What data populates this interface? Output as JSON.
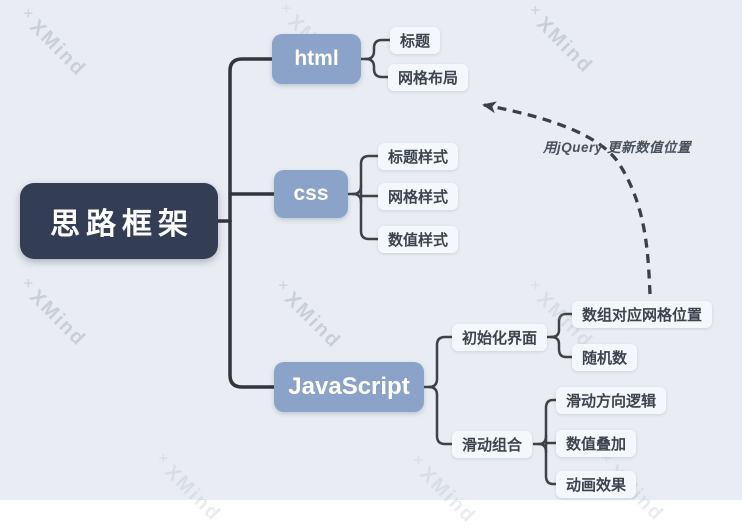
{
  "watermark": {
    "text": "XMind"
  },
  "icons": {
    "sparkle": "✕"
  },
  "colors": {
    "background": "#e9edf3",
    "root_bg": "#333e55",
    "branch_bg": "#8ba3c9",
    "leaf_bg": "#f4f7fb",
    "line": "#30353e",
    "arrow_dashed": "#3a3f48",
    "text_light": "#ffffff",
    "text_dark": "#3d4450"
  },
  "mindmap": {
    "root": {
      "label": "思路框架"
    },
    "branches": [
      {
        "label": "html",
        "children": [
          {
            "label": "标题"
          },
          {
            "label": "网格布局"
          }
        ]
      },
      {
        "label": "css",
        "children": [
          {
            "label": "标题样式"
          },
          {
            "label": "网格样式"
          },
          {
            "label": "数值样式"
          }
        ]
      },
      {
        "label": "JavaScript",
        "children": [
          {
            "label": "初始化界面",
            "children": [
              {
                "label": "数组对应网格位置"
              },
              {
                "label": "随机数"
              }
            ]
          },
          {
            "label": "滑动组合",
            "children": [
              {
                "label": "滑动方向逻辑"
              },
              {
                "label": "数值叠加"
              },
              {
                "label": "动画效果"
              }
            ]
          }
        ]
      }
    ],
    "annotation": {
      "text": "用jQuery 更新数值位置"
    }
  }
}
